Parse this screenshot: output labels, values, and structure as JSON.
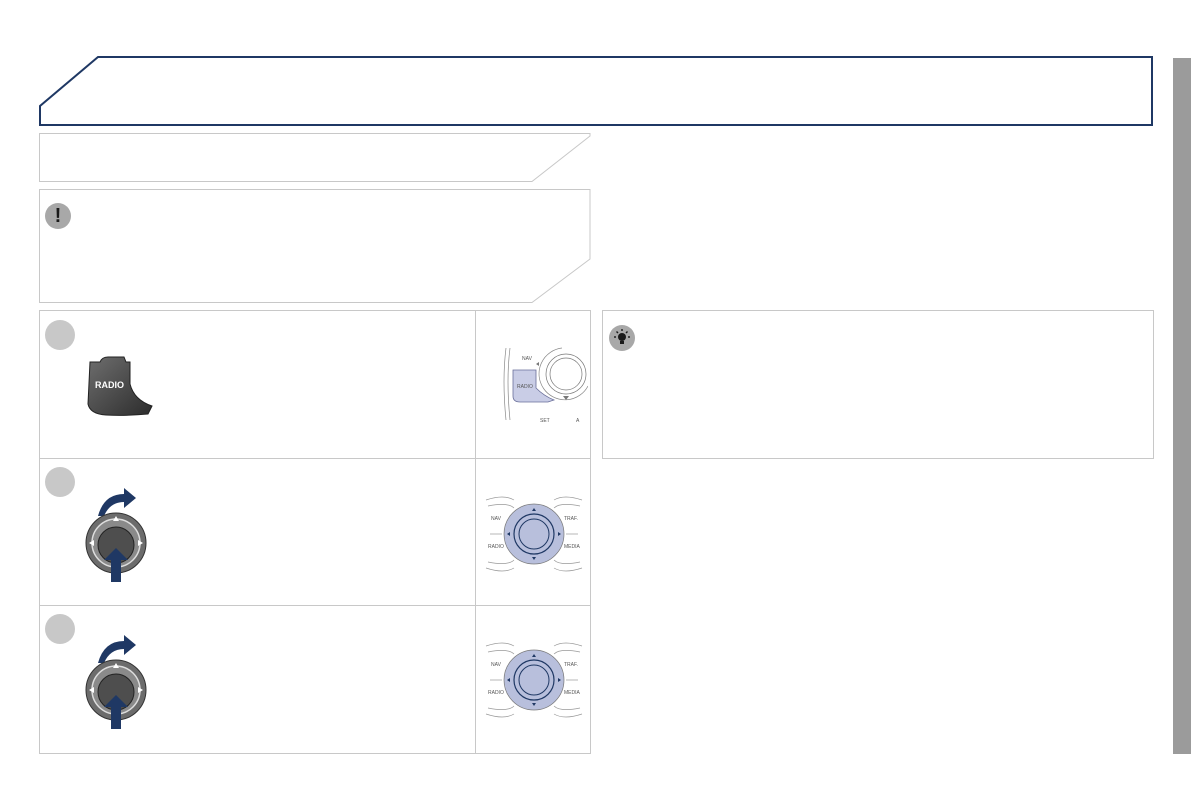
{
  "page": {
    "accent_color": "#1f3864",
    "frame_color": "#c8c8c8",
    "sidebar_color": "#9b9b9b"
  },
  "header": {
    "title": ""
  },
  "subheading": {
    "text": ""
  },
  "warning_box": {
    "icon": "exclamation-icon",
    "icon_text": "!",
    "text": ""
  },
  "tip_box": {
    "icon": "lightbulb-icon",
    "text": ""
  },
  "steps": [
    {
      "button_label": "RADIO",
      "text": "",
      "detail": {
        "top_label": "NAV",
        "button_label": "RADIO",
        "bottom_left": "SET",
        "bottom_right": "A"
      }
    },
    {
      "text": "",
      "detail": {
        "left_top": "NAV",
        "left_bottom": "RADIO",
        "right_top": "TRAF.",
        "right_bottom": "MEDIA"
      }
    },
    {
      "text": "",
      "detail": {
        "left_top": "NAV",
        "left_bottom": "RADIO",
        "right_top": "TRAF.",
        "right_bottom": "MEDIA"
      }
    }
  ]
}
